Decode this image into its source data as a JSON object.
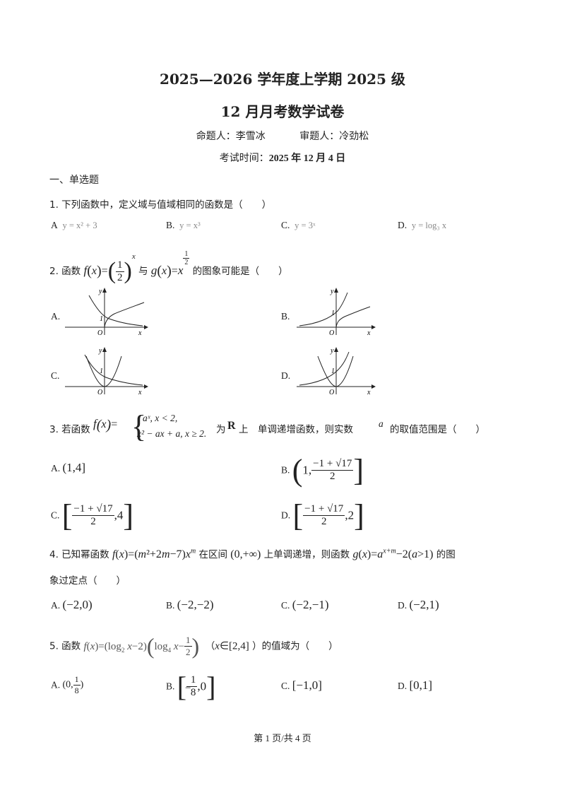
{
  "header": {
    "title_line1": "2025—2026 学年度上学期 2025 级",
    "title_line2": "12 月月考数学试卷",
    "proposer": "命题人：李雪冰",
    "reviewer": "审题人：冷劲松",
    "time_label": "考试时间：",
    "time_value": "2025 年 12 月 4 日"
  },
  "section": "一、单选题",
  "questions": [
    {
      "stem": "1. 下列函数中，定义域与值域相同的函数是（　　）",
      "options": [
        {
          "label": "A",
          "text": "y = x² + 3"
        },
        {
          "label": "B.",
          "text": "y = x³"
        },
        {
          "label": "C.",
          "text": "y = 3ˣ"
        },
        {
          "label": "D.",
          "text": "y = log₃ x"
        }
      ]
    },
    {
      "stem_prefix": "2. 函数",
      "stem_suffix": "的图象可能是（　　）",
      "connector": "与",
      "options": [
        {
          "label": "A."
        },
        {
          "label": "B."
        },
        {
          "label": "C."
        },
        {
          "label": "D."
        }
      ]
    },
    {
      "stem_prefix": "3. 若函数",
      "piece1": "aˣ, x < 2,",
      "piece2": "x² − ax + a, x ≥ 2.",
      "stem_mid": "为",
      "R": "R",
      "stem_suffix": "上　单调递增函数，则实数",
      "var": "a",
      "stem_end": "的取值范围是（　　）",
      "options": [
        {
          "label": "A.",
          "text": "(1,4]"
        },
        {
          "label": "B."
        },
        {
          "label": "C."
        },
        {
          "label": "D."
        }
      ]
    },
    {
      "stem_line1_a": "4. 已知幂函数",
      "stem_line1_b": "在区间",
      "stem_line1_c": "上单调递增，则函数",
      "stem_line1_d": "的图",
      "stem_line2": "象过定点（　　）",
      "options": [
        {
          "label": "A.",
          "text": "(−2,0)"
        },
        {
          "label": "B.",
          "text": "(−2,−2)"
        },
        {
          "label": "C.",
          "text": "(−2,−1)"
        },
        {
          "label": "D.",
          "text": "(−2,1)"
        }
      ]
    },
    {
      "stem_prefix": "5. 函数",
      "stem_suffix": "）的值域为（　　）",
      "options": [
        {
          "label": "A."
        },
        {
          "label": "B."
        },
        {
          "label": "C.",
          "text": "[−1,0]"
        },
        {
          "label": "D.",
          "text": "[0,1]"
        }
      ]
    }
  ],
  "footer": "第 1 页/共 4 页"
}
